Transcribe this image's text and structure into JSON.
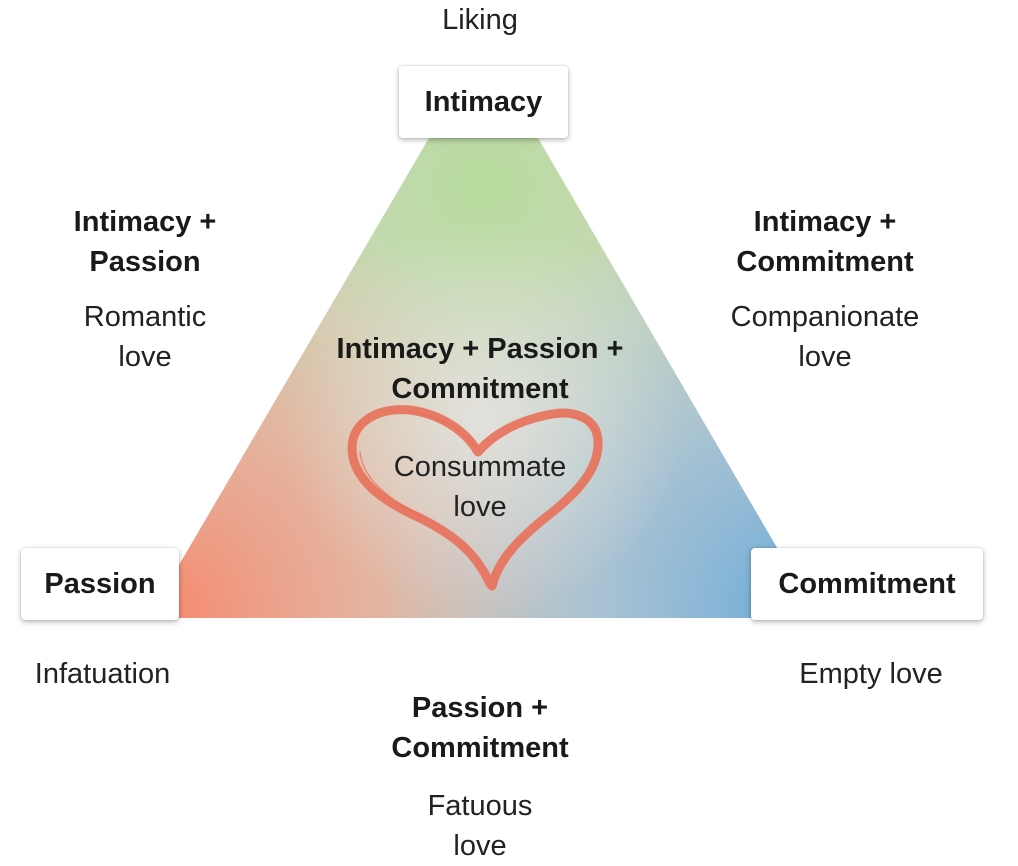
{
  "vertices": {
    "intimacy": {
      "label": "Intimacy",
      "love_type": "Liking"
    },
    "passion": {
      "label": "Passion",
      "love_type": "Infatuation"
    },
    "commitment": {
      "label": "Commitment",
      "love_type": "Empty love"
    }
  },
  "edges": {
    "intimacy_passion": {
      "label_line1": "Intimacy +",
      "label_line2": "Passion",
      "love_type_line1": "Romantic",
      "love_type_line2": "love"
    },
    "intimacy_commitment": {
      "label_line1": "Intimacy +",
      "label_line2": "Commitment",
      "love_type_line1": "Companionate",
      "love_type_line2": "love"
    },
    "passion_commitment": {
      "label_line1": "Passion +",
      "label_line2": "Commitment",
      "love_type_line1": "Fatuous",
      "love_type_line2": "love"
    }
  },
  "center": {
    "label_line1": "Intimacy + Passion +",
    "label_line2": "Commitment",
    "love_type_line1": "Consummate",
    "love_type_line2": "love"
  },
  "colors": {
    "intimacy": "#b6dc9c",
    "passion": "#f58a70",
    "commitment": "#6aaad8",
    "heart": "#e8705a"
  }
}
